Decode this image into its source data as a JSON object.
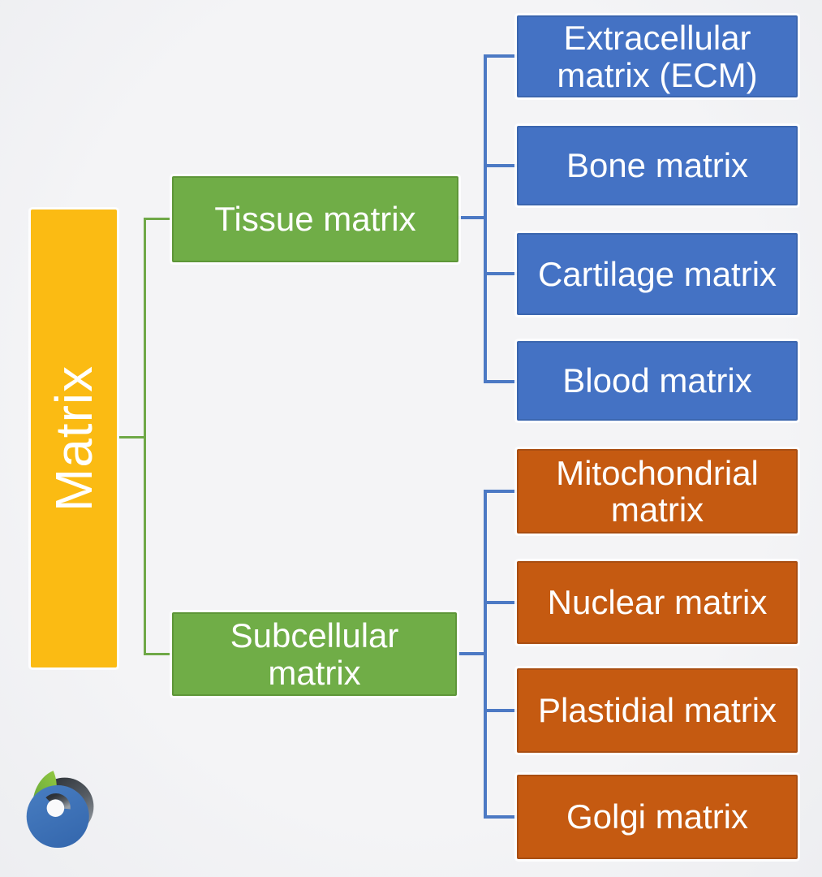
{
  "diagram": {
    "root": {
      "label": "Matrix"
    },
    "branches": [
      {
        "label": "Tissue matrix",
        "children": [
          {
            "label": "Extracellular matrix (ECM)"
          },
          {
            "label": "Bone matrix"
          },
          {
            "label": "Cartilage matrix"
          },
          {
            "label": "Blood matrix"
          }
        ]
      },
      {
        "label": "Subcellular matrix",
        "children": [
          {
            "label": "Mitochondrial matrix"
          },
          {
            "label": "Nuclear matrix"
          },
          {
            "label": "Plastidial matrix"
          },
          {
            "label": "Golgi matrix"
          }
        ]
      }
    ]
  },
  "icons": {
    "logo": "brand-swirl-b-logo"
  },
  "colors": {
    "background": "#f4f4f6",
    "text": "#ffffff",
    "root-fill": "#fbbb13",
    "branch-fill": "#70ad47",
    "branch-border": "#5e9638",
    "tissue-child-fill": "#4472c4",
    "tissue-child-border": "#3b66af",
    "subcellular-child-fill": "#c55a11",
    "subcellular-child-border": "#a94e12",
    "connector-green": "#6fa847",
    "connector-blue": "#4c79c4",
    "logo-leaf-green": "#7cb843",
    "logo-swirl-gray": "#3a3f46",
    "logo-blue": "#3b72bc"
  }
}
